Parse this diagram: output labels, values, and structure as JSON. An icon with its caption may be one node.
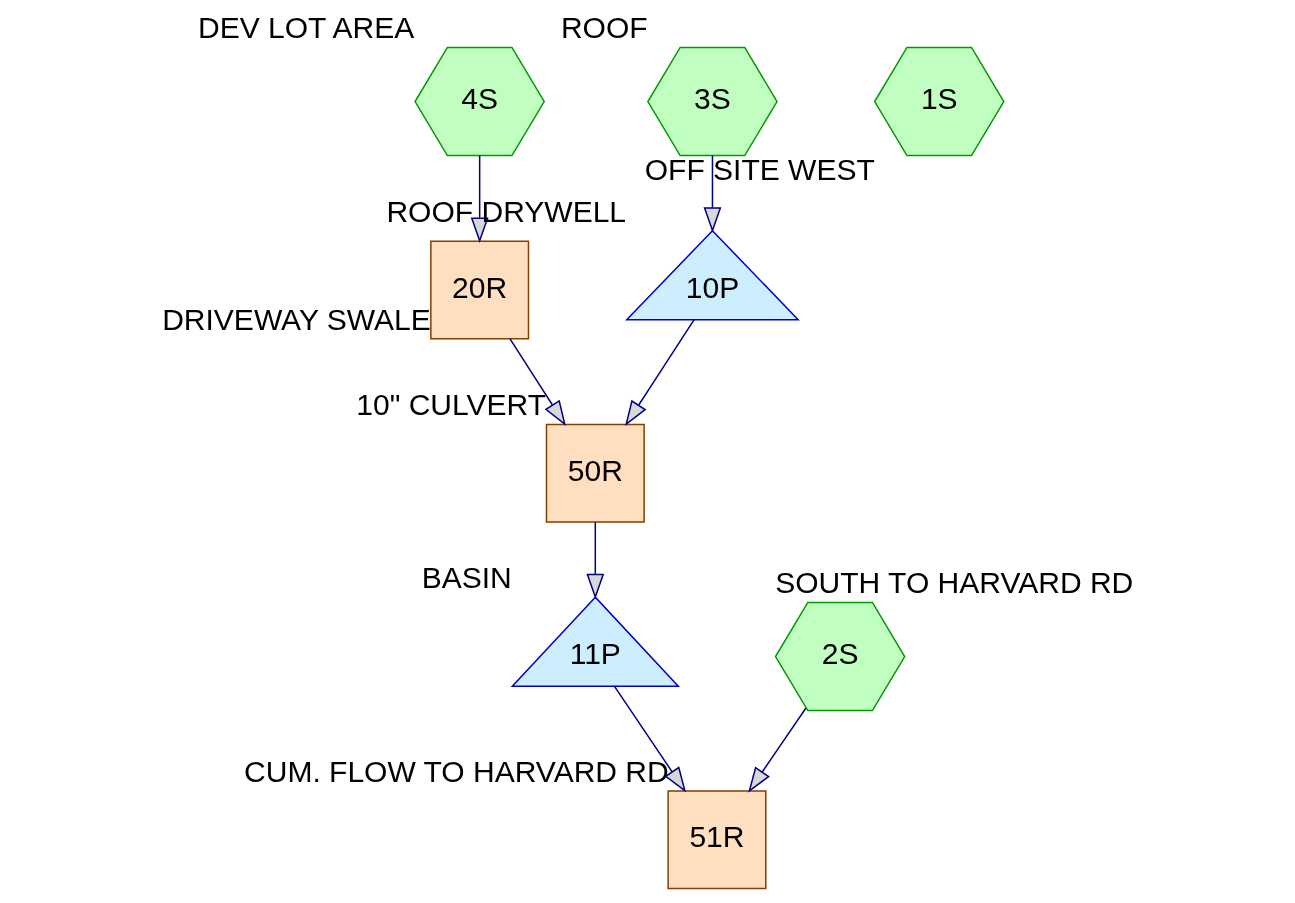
{
  "diagram": {
    "nodes": [
      {
        "text": [
          "4S"
        ],
        "beside": [
          "DEV LOT AREA"
        ]
      },
      {
        "text": [
          "3S"
        ],
        "beside": [
          "ROOF"
        ]
      },
      {
        "text": [
          "2S"
        ],
        "beside": [
          "SOUTH TO HARVARD RD"
        ]
      },
      {
        "text": [
          "10P"
        ],
        "beside": [
          "ROOF DRYWELL"
        ]
      },
      {
        "text": [
          "20R"
        ],
        "beside": [
          "DRIVEWAY SWALE"
        ]
      },
      {
        "text": [
          "1S"
        ],
        "beside": [
          "OFF SITE WEST"
        ]
      },
      {
        "text": [
          "50R"
        ],
        "beside": [
          "10\" CULVERT"
        ]
      },
      {
        "text": [
          "11P"
        ],
        "beside": [
          "BASIN"
        ]
      },
      {
        "text": [
          "51R"
        ],
        "beside": [
          "CUM. FLOW TO HARVARD RD"
        ]
      }
    ],
    "edges": [
      {
        "from": 1,
        "to": 3,
        "arrow": "to"
      },
      {
        "from": 0,
        "to": 4,
        "arrow": "to"
      },
      {
        "from": 3,
        "to": 6,
        "arrow": "to"
      },
      {
        "from": 4,
        "to": 6,
        "arrow": "to"
      },
      {
        "from": 6,
        "to": 7,
        "arrow": "to"
      },
      {
        "from": 7,
        "to": 8,
        "arrow": "to"
      },
      {
        "from": 2,
        "to": 8,
        "arrow": "to"
      }
    ]
  }
}
